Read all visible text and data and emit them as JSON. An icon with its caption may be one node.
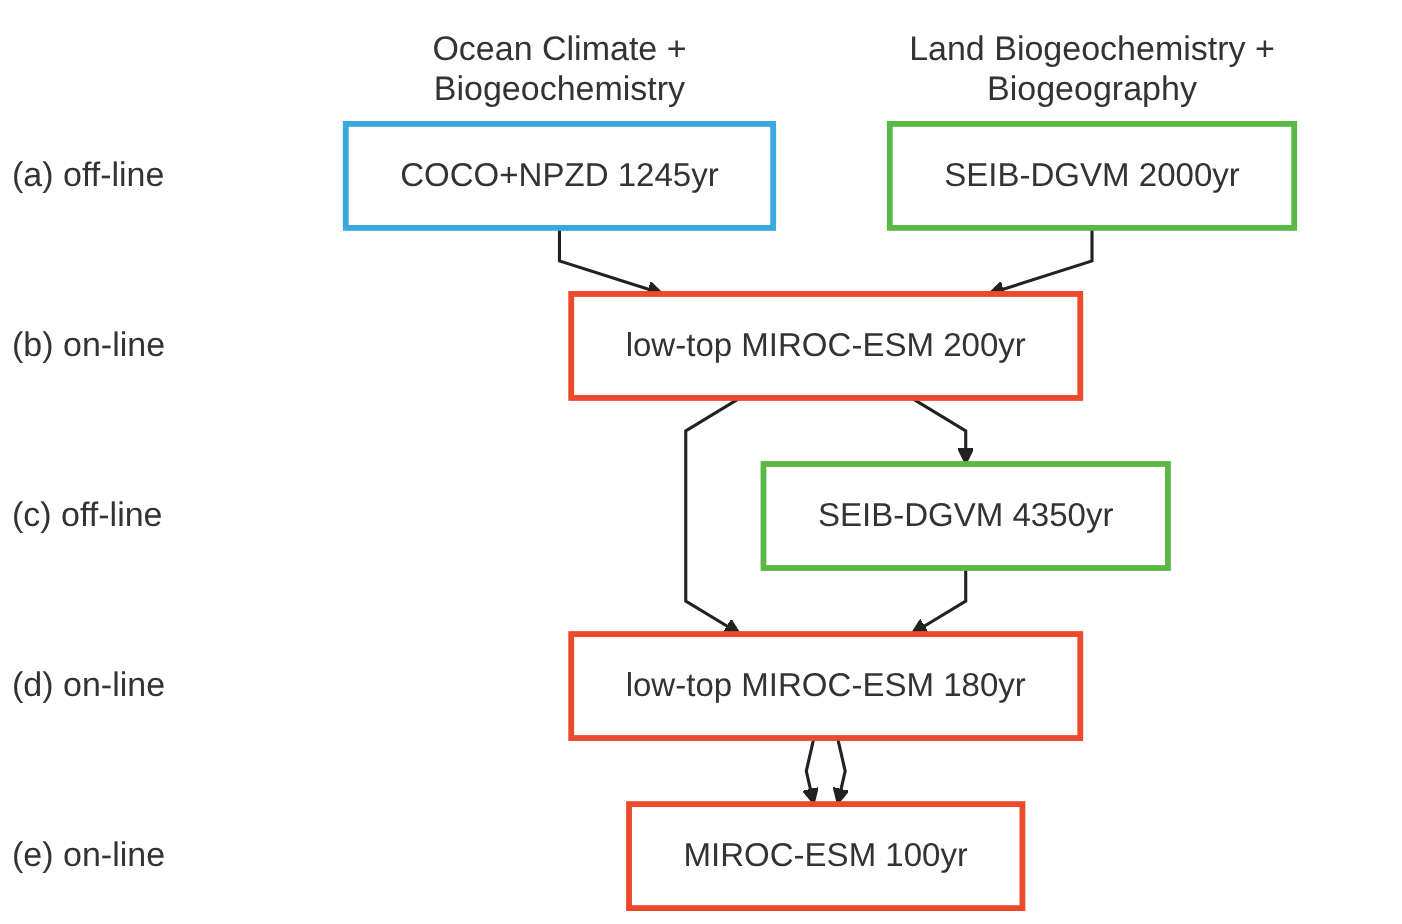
{
  "diagram": {
    "nodes": [
      {
        "text": [
          "COCO+NPZD 1245yr"
        ]
      },
      {
        "text": [
          "SEIB-DGVM 2000yr"
        ]
      },
      {
        "text": [
          "low-top MIROC-ESM 200yr"
        ]
      },
      {
        "text": [
          "SEIB-DGVM 4350yr"
        ]
      },
      {
        "text": [
          "low-top MIROC-ESM 180yr"
        ]
      },
      {
        "text": [
          "MIROC-ESM 100yr"
        ]
      }
    ],
    "edges": [
      {
        "from": 0,
        "to": 2,
        "arrow": "to"
      },
      {
        "from": 1,
        "to": 2,
        "arrow": "to"
      },
      {
        "from": 2,
        "to": 4,
        "arrow": "to"
      },
      {
        "from": 2,
        "to": 3,
        "arrow": "to"
      },
      {
        "from": 3,
        "to": 4,
        "arrow": "to"
      },
      {
        "from": 4,
        "to": 5,
        "arrow": "to"
      },
      {
        "from": 4,
        "to": 5,
        "arrow": "to"
      }
    ],
    "labels": [
      "Ocean Climate + Biogeochemistry",
      "Land Biogeochemistry + Biogeography",
      "(a) off-line",
      "(b) on-line",
      "(c) off-line",
      "(d) on-line",
      "(e) on-line"
    ]
  }
}
